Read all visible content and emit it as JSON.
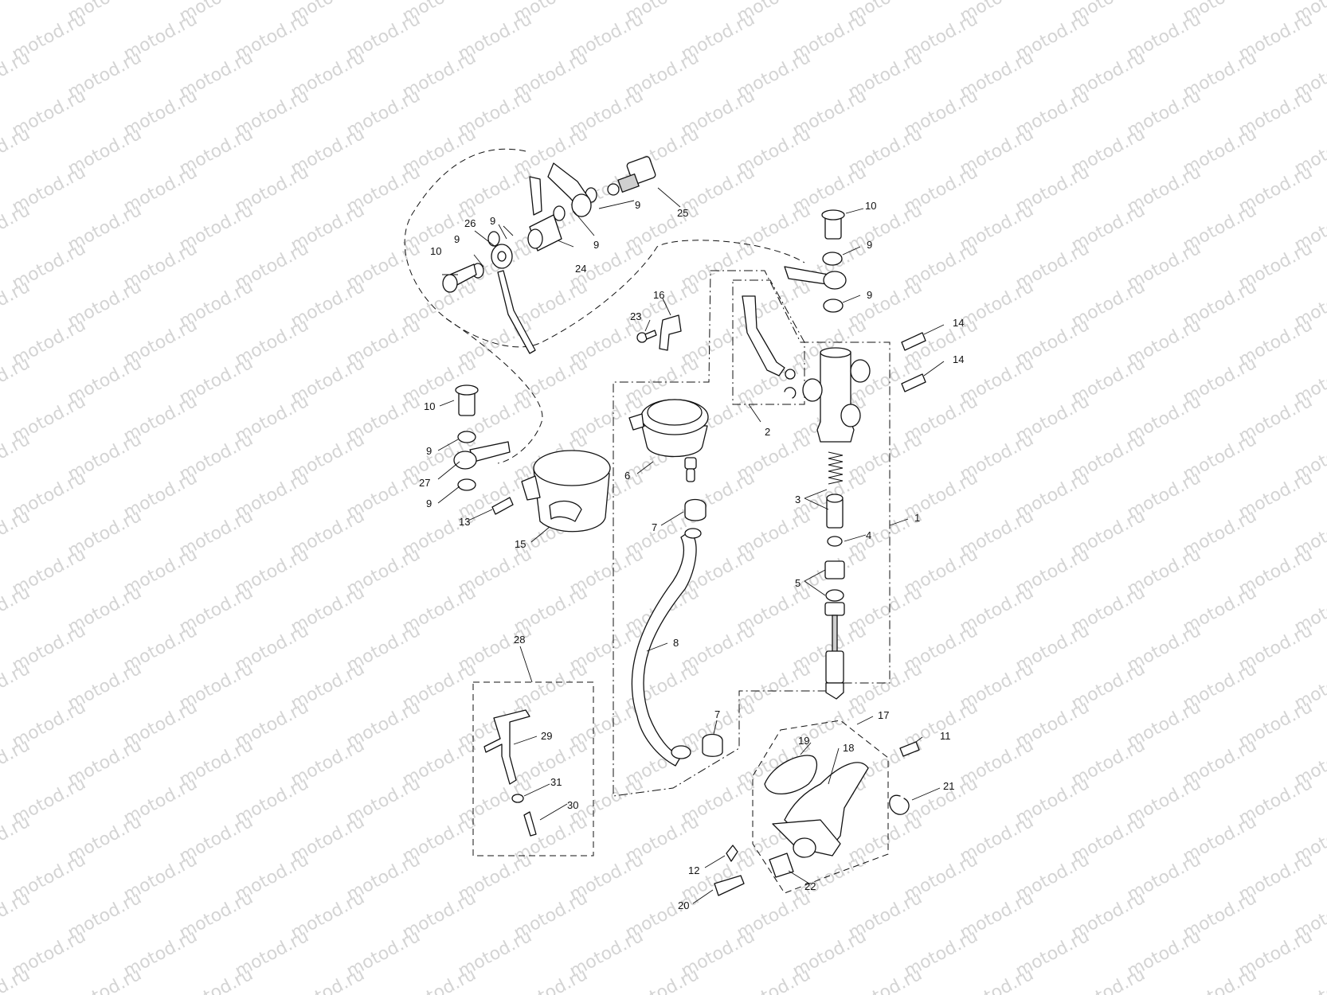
{
  "watermark": "motod.ru",
  "callouts": [
    {
      "id": "c10a",
      "text": "10"
    },
    {
      "id": "c9a",
      "text": "9"
    },
    {
      "id": "c9b",
      "text": "9"
    },
    {
      "id": "c9c",
      "text": "9"
    },
    {
      "id": "c9d",
      "text": "9"
    },
    {
      "id": "c9e",
      "text": "9"
    },
    {
      "id": "c9f",
      "text": "9"
    },
    {
      "id": "c9g",
      "text": "9"
    },
    {
      "id": "c9h",
      "text": "9"
    },
    {
      "id": "c26",
      "text": "26"
    },
    {
      "id": "c24",
      "text": "24"
    },
    {
      "id": "c25",
      "text": "25"
    },
    {
      "id": "c10b",
      "text": "10"
    },
    {
      "id": "c10c",
      "text": "10"
    },
    {
      "id": "c16",
      "text": "16"
    },
    {
      "id": "c23",
      "text": "23"
    },
    {
      "id": "c14a",
      "text": "14"
    },
    {
      "id": "c14b",
      "text": "14"
    },
    {
      "id": "c2",
      "text": "2"
    },
    {
      "id": "c6",
      "text": "6"
    },
    {
      "id": "c27",
      "text": "27"
    },
    {
      "id": "c13",
      "text": "13"
    },
    {
      "id": "c15",
      "text": "15"
    },
    {
      "id": "c7a",
      "text": "7"
    },
    {
      "id": "c3",
      "text": "3"
    },
    {
      "id": "c1",
      "text": "1"
    },
    {
      "id": "c4",
      "text": "4"
    },
    {
      "id": "c5",
      "text": "5"
    },
    {
      "id": "c8",
      "text": "8"
    },
    {
      "id": "c28",
      "text": "28"
    },
    {
      "id": "c29",
      "text": "29"
    },
    {
      "id": "c31",
      "text": "31"
    },
    {
      "id": "c30",
      "text": "30"
    },
    {
      "id": "c7b",
      "text": "7"
    },
    {
      "id": "c17",
      "text": "17"
    },
    {
      "id": "c19",
      "text": "19"
    },
    {
      "id": "c18",
      "text": "18"
    },
    {
      "id": "c11",
      "text": "11"
    },
    {
      "id": "c21",
      "text": "21"
    },
    {
      "id": "c12",
      "text": "12"
    },
    {
      "id": "c22",
      "text": "22"
    },
    {
      "id": "c20",
      "text": "20"
    }
  ]
}
